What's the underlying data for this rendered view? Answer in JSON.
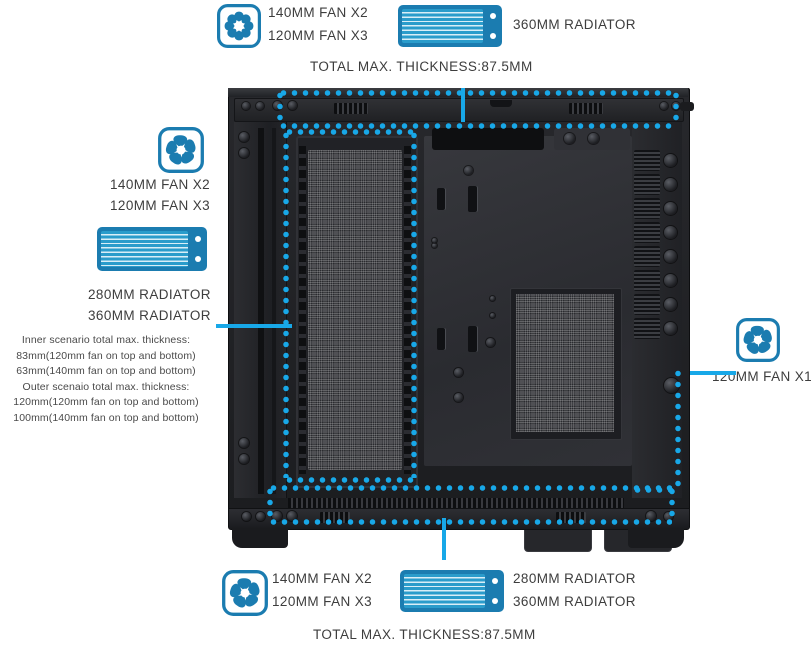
{
  "product": {
    "type": "pc-case-cooling-compatibility-diagram",
    "accent_color": "#18a8e8",
    "radiator_color": "#1b7cb0",
    "fan_icon_color": "#1b7cb0",
    "text_color": "#3d3d3d"
  },
  "top": {
    "fan_icon": "fan-icon",
    "fan_lines": [
      "140MM FAN X2",
      "120MM FAN X3"
    ],
    "radiator_icon": "radiator-icon",
    "radiator_lines": [
      "360MM RADIATOR"
    ],
    "thickness_note": "TOTAL MAX. THICKNESS:87.5MM"
  },
  "left": {
    "fan_icon": "fan-icon",
    "fan_lines": [
      "140MM FAN X2",
      "120MM FAN X3"
    ],
    "radiator_icon": "radiator-icon",
    "radiator_lines": [
      "280MM RADIATOR",
      "360MM RADIATOR"
    ],
    "detail_lines": [
      "Inner scenario total max. thickness:",
      "83mm(120mm fan on top and bottom)",
      "63mm(140mm fan on top and bottom)",
      "Outer scenaio total max. thickness:",
      "120mm(120mm fan on top and bottom)",
      "100mm(140mm fan on top and bottom)"
    ]
  },
  "right": {
    "fan_icon": "fan-icon",
    "fan_lines": [
      "120MM FAN X1"
    ]
  },
  "bottom": {
    "fan_icon": "fan-icon",
    "fan_lines": [
      "140MM FAN X2",
      "120MM FAN X3"
    ],
    "radiator_icon": "radiator-icon",
    "radiator_lines": [
      "280MM RADIATOR",
      "360MM RADIATOR"
    ],
    "thickness_note": "TOTAL MAX. THICKNESS:87.5MM"
  }
}
